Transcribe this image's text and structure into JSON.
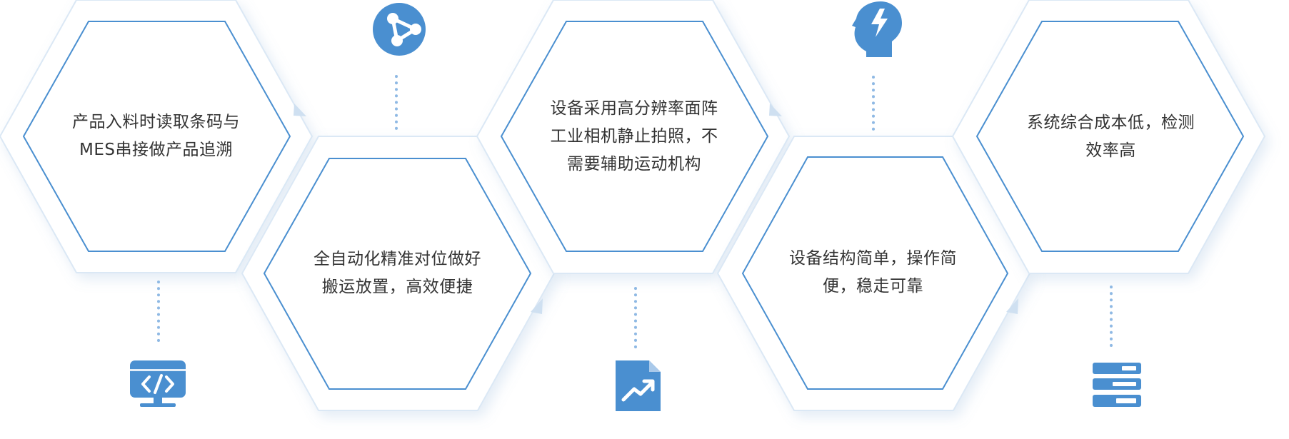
{
  "colors": {
    "accent": "#4a8fd0",
    "outer_hex_stroke": "#dbe8f5",
    "hex_fill": "#ffffff",
    "text": "#333333"
  },
  "features": [
    {
      "text": "产品入料时读取条码与MES串接做产品追溯",
      "icon": "code-monitor-icon"
    },
    {
      "text": "全自动化精准对位做好搬运放置，高效便捷",
      "icon": "share-nodes-icon"
    },
    {
      "text": "设备采用高分辨率面阵工业相机静止拍照，不需要辅助运动机构",
      "icon": "trending-document-icon"
    },
    {
      "text": "设备结构简单，操作简便，稳走可靠",
      "icon": "brain-bolt-icon"
    },
    {
      "text": "系统综合成本低，检测效率高",
      "icon": "server-stack-icon"
    }
  ]
}
